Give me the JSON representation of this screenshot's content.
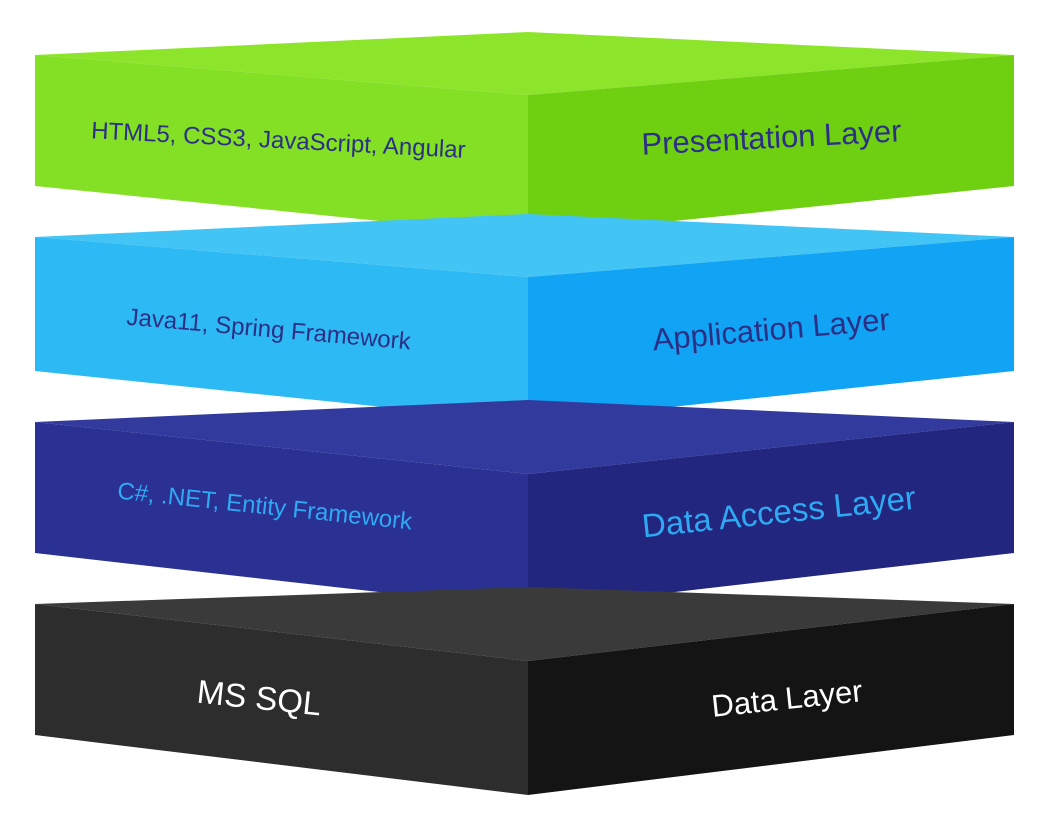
{
  "layers": [
    {
      "tech": "HTML5, CSS3, JavaScript, Angular",
      "name": "Presentation Layer",
      "colors": {
        "top": "#8ce52a",
        "left": "#84e024",
        "right": "#6fd012",
        "text": "#2b2f86"
      }
    },
    {
      "tech": "Java11, Spring Framework",
      "name": "Application Layer",
      "colors": {
        "top": "#42c4f5",
        "left": "#2db9f4",
        "right": "#11a3f4",
        "text": "#2b2f86"
      }
    },
    {
      "tech": "C#, .NET, Entity Framework",
      "name": "Data Access Layer",
      "colors": {
        "top": "#323a9e",
        "left": "#2b3193",
        "right": "#23267f",
        "text": "#2ea9f2"
      }
    },
    {
      "tech": "MS SQL",
      "name": "Data Layer",
      "colors": {
        "top": "#3a3a3a",
        "left": "#2d2d2d",
        "right": "#141414",
        "text": "#ffffff"
      }
    }
  ]
}
